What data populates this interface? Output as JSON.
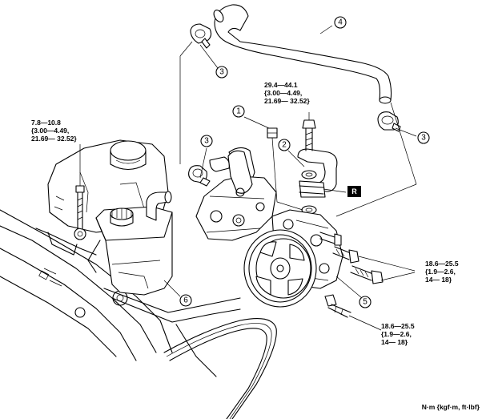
{
  "callouts": [
    "1",
    "2",
    "3",
    "4",
    "5",
    "6"
  ],
  "torque_specs": {
    "reservoir_bolt": "7.8—10.8\n{3.00—4.49,\n21.69— 32.52}",
    "pipe_bolt": "29.4—44.1\n{3.00—4.49,\n21.69— 32.52}",
    "pump_bolts_upper": "18.6—25.5\n{1.9—2.6,\n14— 18}",
    "pump_bolts_lower": "18.6—25.5\n{1.9—2.6,\n14— 18}"
  },
  "replace_mark": "R",
  "unit_note": "N·m {kgf·m, ft·lbf}"
}
